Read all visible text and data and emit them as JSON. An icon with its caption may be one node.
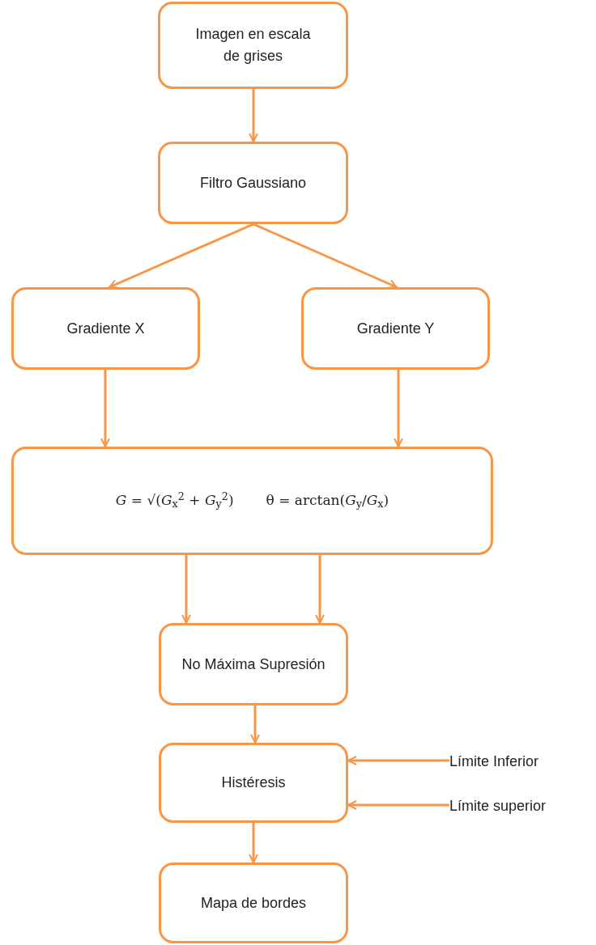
{
  "diagram": {
    "nodes": [
      {
        "text": [
          "Imagen en escala de grises"
        ]
      },
      {
        "text": [
          "Filtro Gaussiano"
        ]
      },
      {
        "text": [
          "Gradiente X"
        ]
      },
      {
        "text": [
          "Gradiente Y"
        ]
      },
      {
        "text": [
          "*G* = √(*G*$_{x}$$^{2}$ + *G*$_{y}$$^{2}$)",
          "θ = arctan(*G*$_{y}$/*G*$_{x}$)"
        ]
      },
      {
        "text": [
          "No Máxima Supresión"
        ]
      },
      {
        "text": [
          "Histéresis"
        ]
      },
      {
        "text": [
          "Mapa de bordes"
        ]
      },
      {
        "text": [
          "Límite Inferior"
        ]
      },
      {
        "text": [
          "Límite superior"
        ]
      }
    ],
    "edges": [
      {
        "from": 0,
        "to": 1,
        "arrow": "to"
      },
      {
        "from": 1,
        "to": 2,
        "arrow": "to"
      },
      {
        "from": 1,
        "to": 3,
        "arrow": "to"
      },
      {
        "from": 2,
        "to": 4,
        "arrow": "to"
      },
      {
        "from": 3,
        "to": 4,
        "arrow": "to"
      },
      {
        "from": 4,
        "to": 5,
        "arrow": "to"
      },
      {
        "from": 4,
        "to": 5,
        "arrow": "to"
      },
      {
        "from": 5,
        "to": 6,
        "arrow": "to"
      },
      {
        "from": 8,
        "to": 6,
        "arrow": "to"
      },
      {
        "from": 9,
        "to": 6,
        "arrow": "to"
      },
      {
        "from": 6,
        "to": 7,
        "arrow": "to"
      }
    ]
  }
}
